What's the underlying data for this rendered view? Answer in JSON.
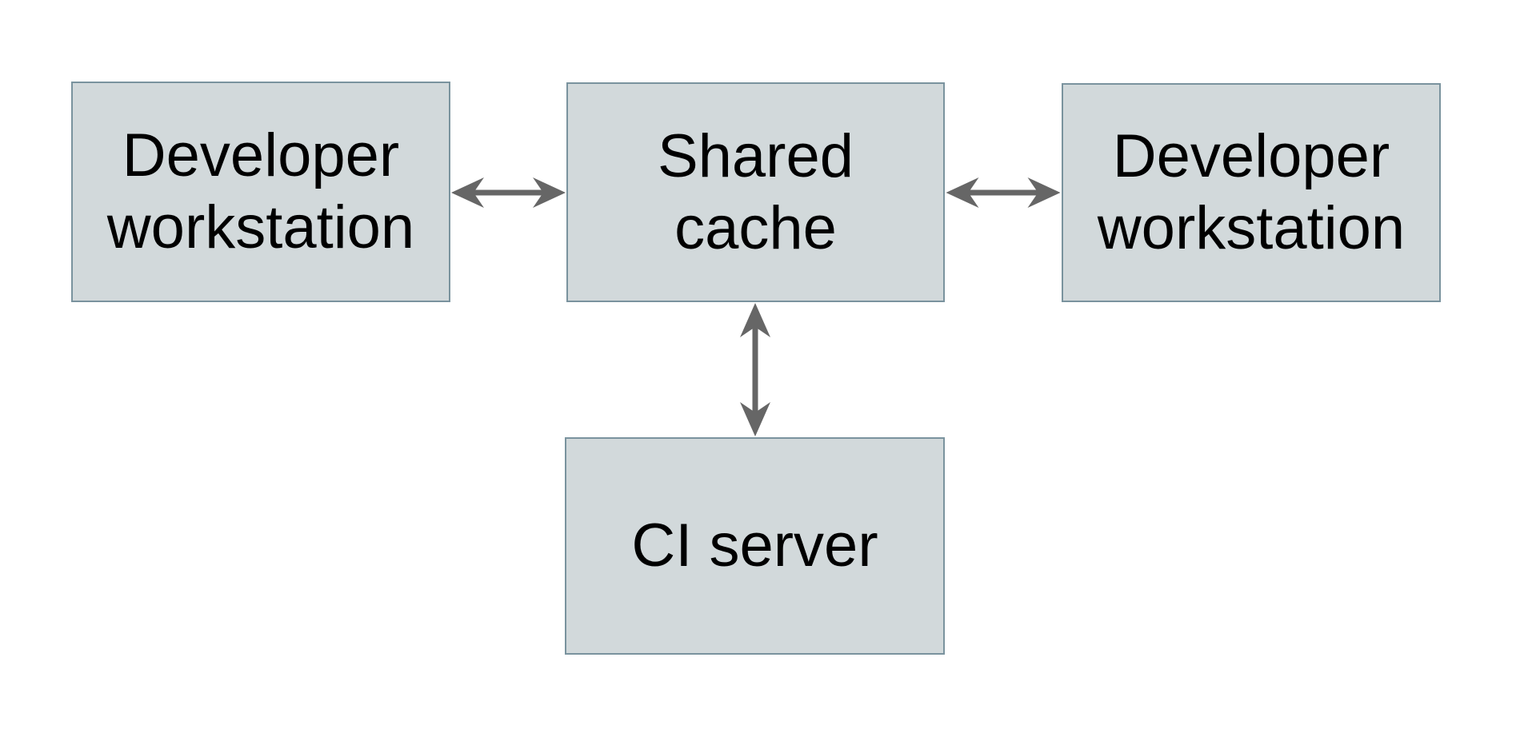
{
  "diagram": {
    "type": "architecture-diagram",
    "nodes": [
      {
        "id": "developer-workstation-left",
        "label": "Developer\nworkstation"
      },
      {
        "id": "shared-cache",
        "label": "Shared\ncache"
      },
      {
        "id": "developer-workstation-right",
        "label": "Developer\nworkstation"
      },
      {
        "id": "ci-server",
        "label": "CI server"
      }
    ],
    "edges": [
      {
        "from": "developer-workstation-left",
        "to": "shared-cache",
        "direction": "bidirectional",
        "orientation": "horizontal"
      },
      {
        "from": "shared-cache",
        "to": "developer-workstation-right",
        "direction": "bidirectional",
        "orientation": "horizontal"
      },
      {
        "from": "shared-cache",
        "to": "ci-server",
        "direction": "bidirectional",
        "orientation": "vertical"
      }
    ]
  },
  "colors": {
    "background": "#ffffff",
    "node_fill": "#d2d9db",
    "node_border": "#7a939e",
    "arrow": "#666666",
    "text": "#000000"
  }
}
